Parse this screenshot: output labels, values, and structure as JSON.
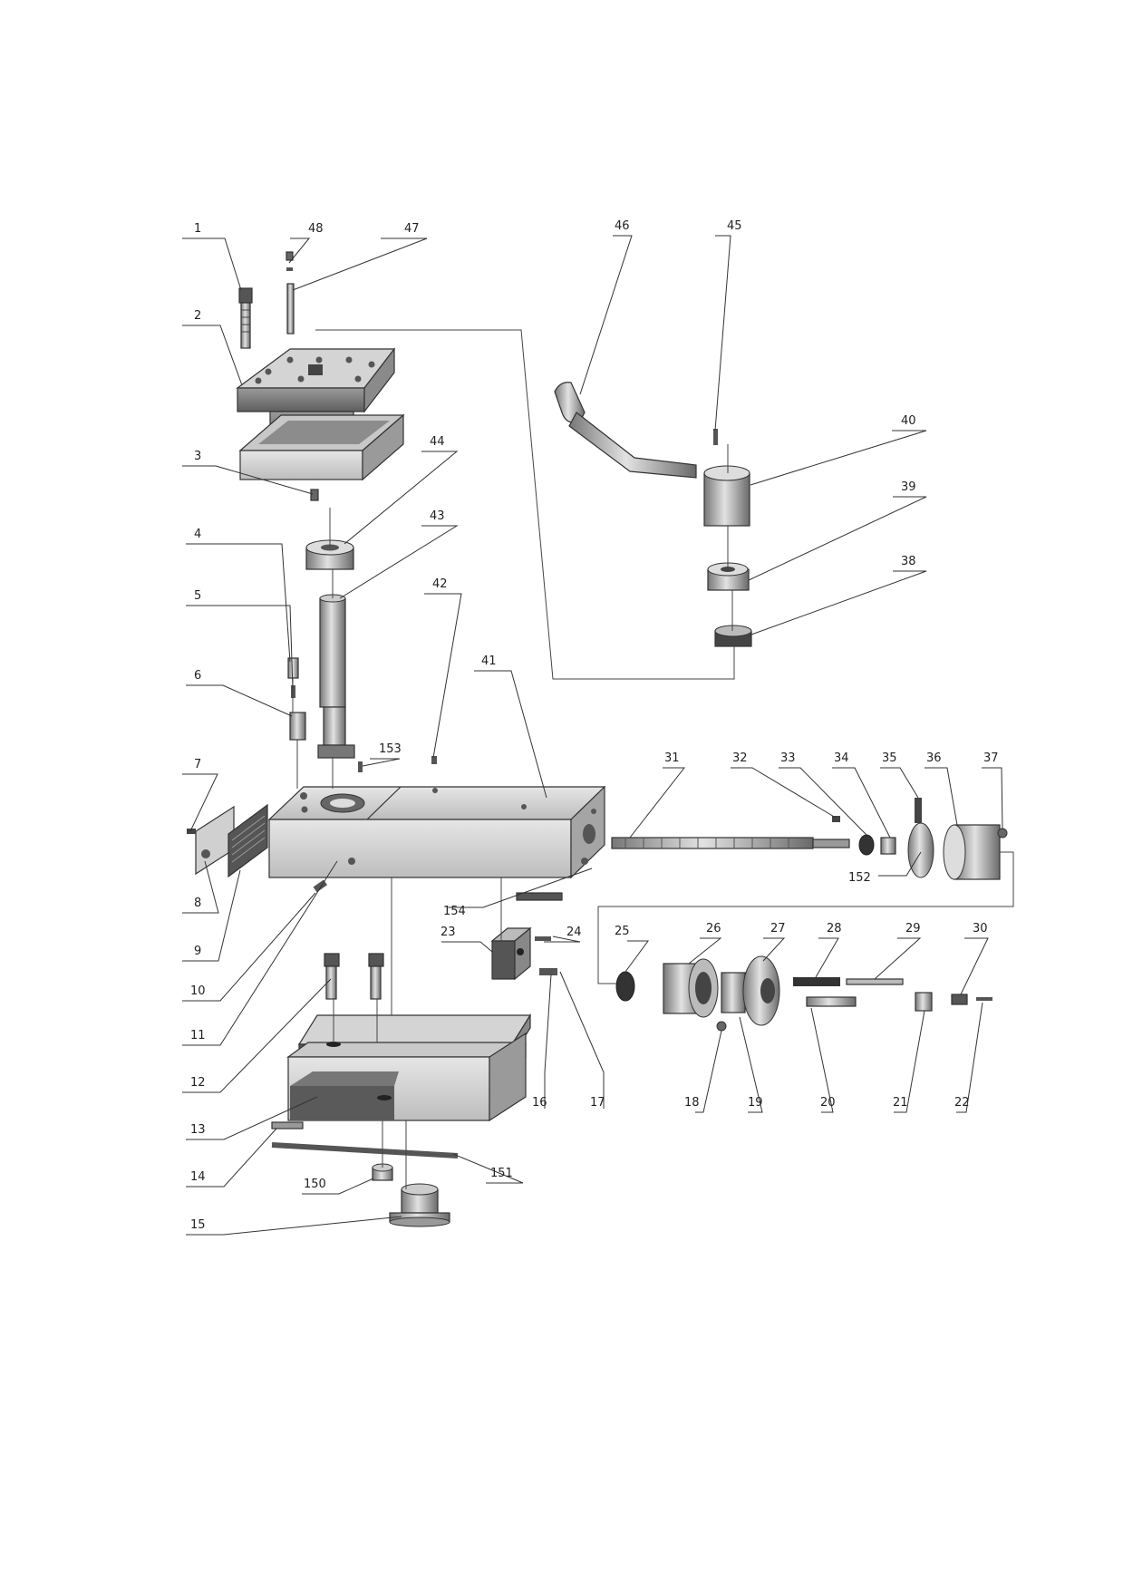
{
  "labels": [
    "1",
    "2",
    "3",
    "4",
    "5",
    "6",
    "7",
    "8",
    "9",
    "10",
    "11",
    "12",
    "13",
    "14",
    "15",
    "16",
    "17",
    "18",
    "19",
    "20",
    "21",
    "22",
    "23",
    "24",
    "25",
    "26",
    "27",
    "28",
    "29",
    "30",
    "31",
    "32",
    "33",
    "34",
    "35",
    "36",
    "37",
    "38",
    "39",
    "40",
    "41",
    "42",
    "43",
    "44",
    "45",
    "46",
    "47",
    "48",
    "150",
    "151",
    "152",
    "153",
    "154"
  ],
  "colors": {
    "ink": "#333333",
    "part_light": "#d9d9d9",
    "part_mid": "#a8a8a8",
    "part_dark": "#6e6e6e",
    "paper": "#ffffff"
  }
}
